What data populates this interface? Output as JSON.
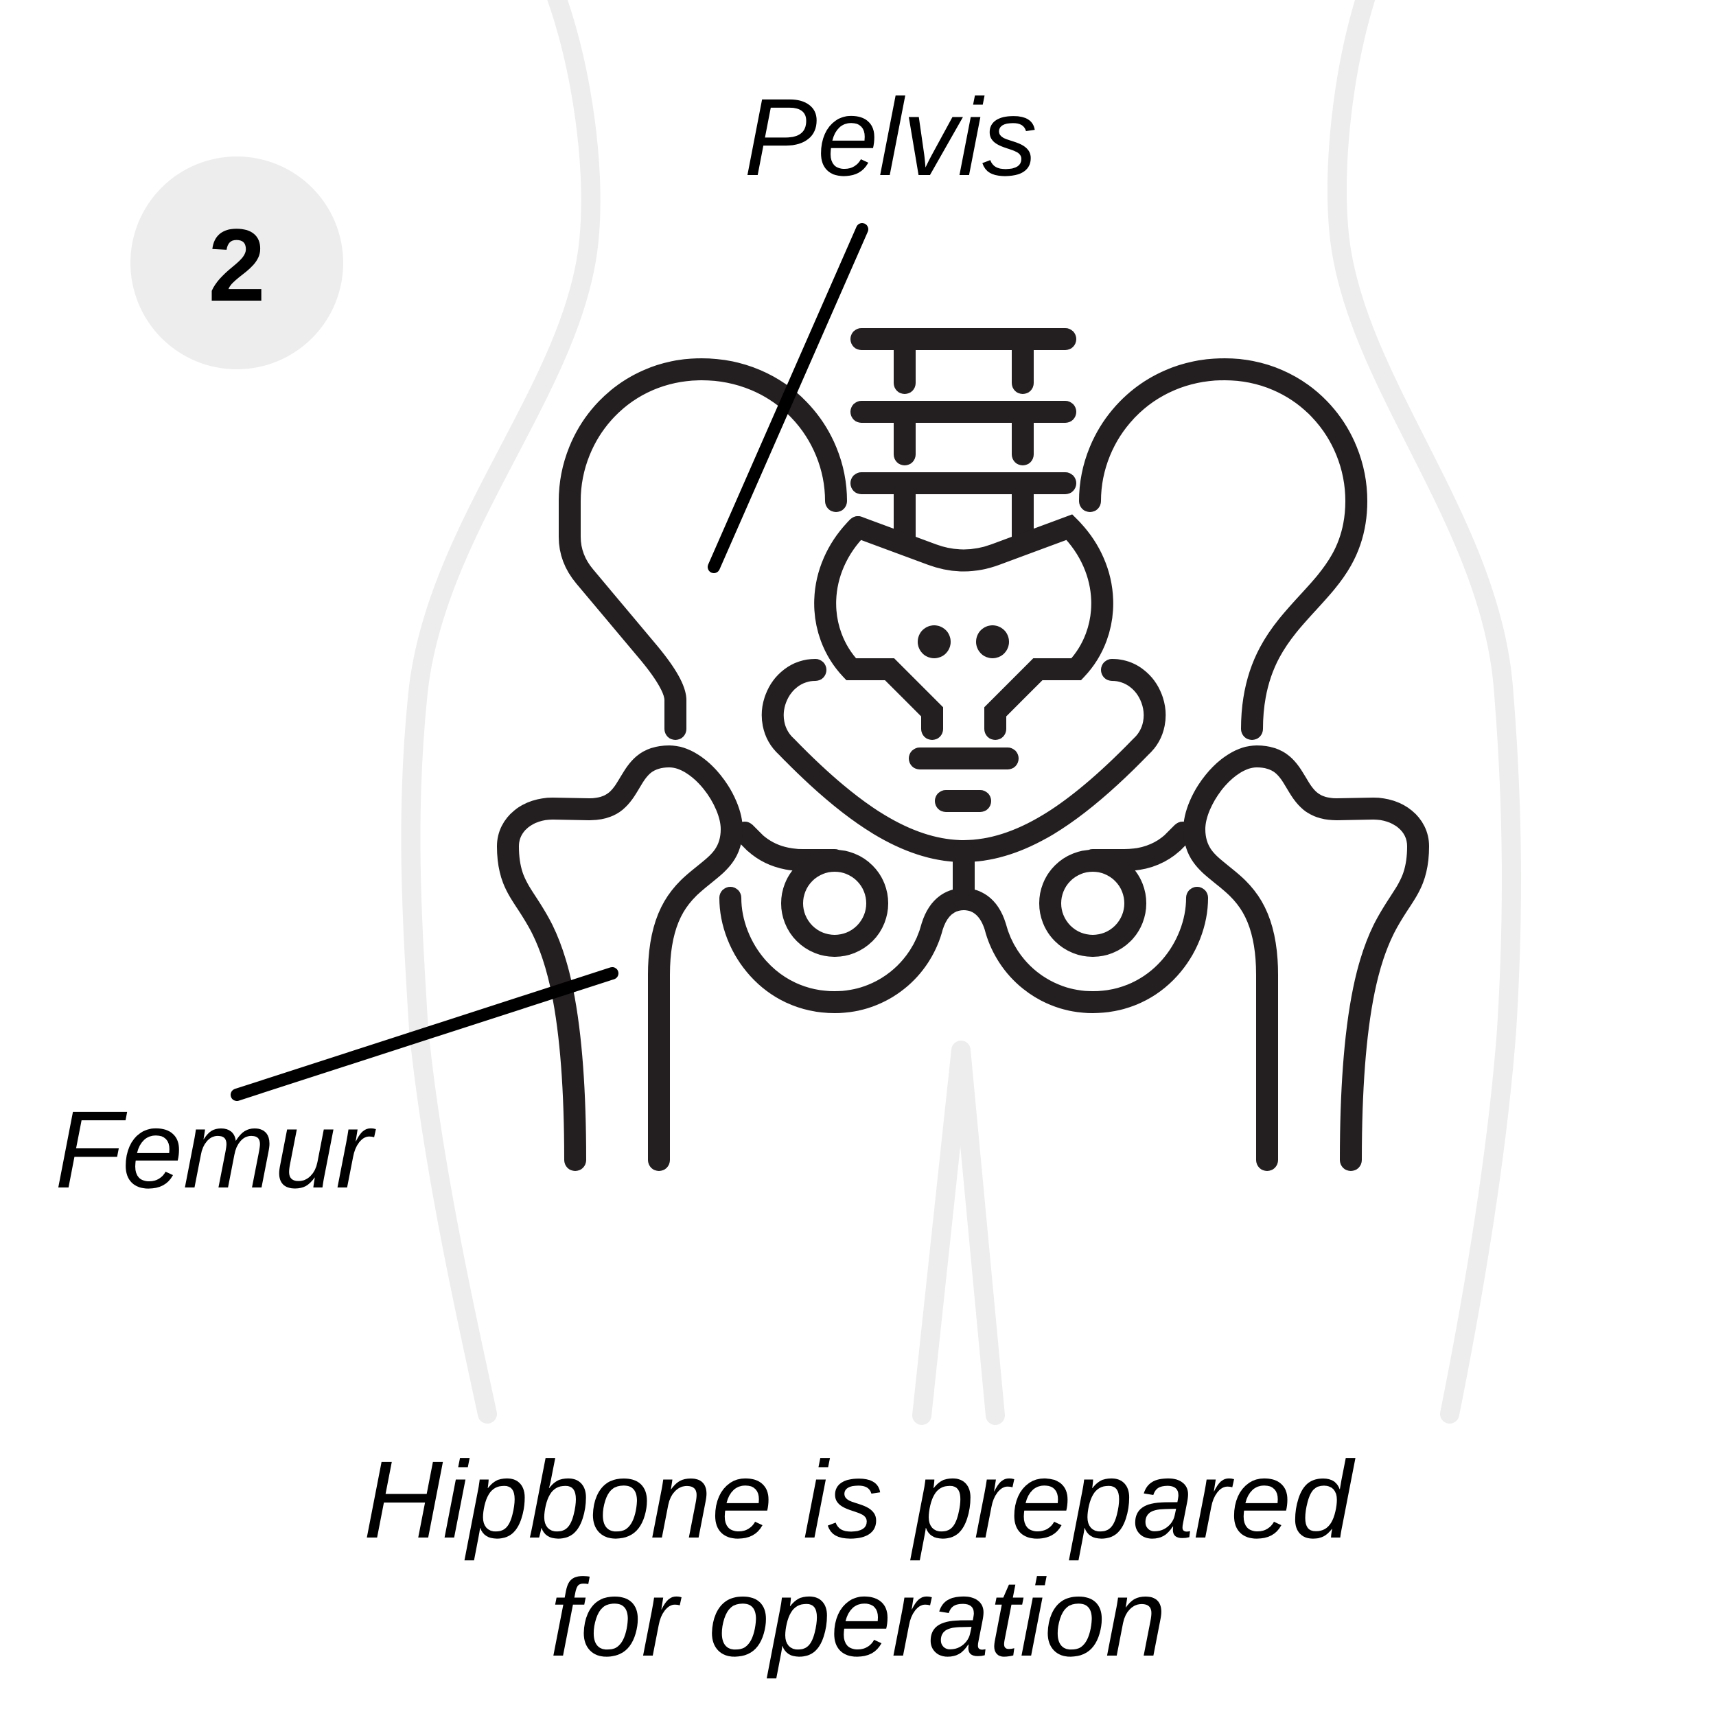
{
  "step": {
    "number": "2"
  },
  "labels": {
    "pelvis": "Pelvis",
    "femur": "Femur"
  },
  "caption": {
    "line1": "Hipbone is prepared",
    "line2": "for operation"
  },
  "colors": {
    "bone": "#231f20",
    "body_outline": "#ecedec",
    "step_circle": "#ecedec",
    "text": "#000000"
  }
}
